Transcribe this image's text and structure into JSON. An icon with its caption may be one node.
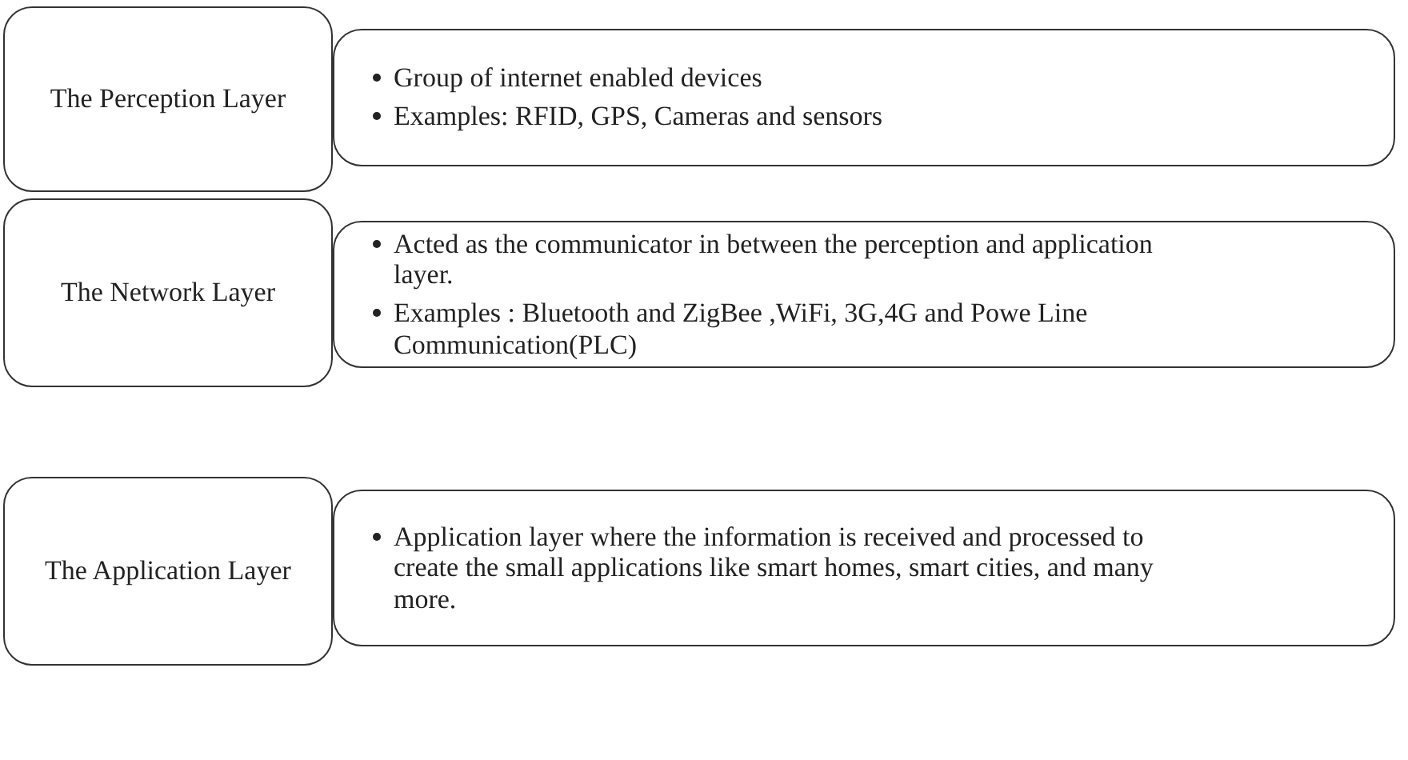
{
  "diagram": {
    "nodes": [
      {
        "text": [
          "The Perception Layer"
        ]
      },
      {
        "text": [
          "Group of internet enabled devices",
          "Examples: RFID, GPS, Cameras and sensors"
        ]
      },
      {
        "text": [
          "The Network Layer"
        ]
      },
      {
        "text": [
          "Acted as the communicator in between the perception and application layer.",
          "Examples : Bluetooth and ZigBee ,WiFi, 3G,4G and Powe Line Communication(PLC)"
        ]
      },
      {
        "text": [
          "The Application Layer"
        ]
      },
      {
        "text": [
          "Application layer where the information is received and processed to create the small applications like smart homes, smart cities, and many more."
        ]
      }
    ],
    "edges": []
  }
}
